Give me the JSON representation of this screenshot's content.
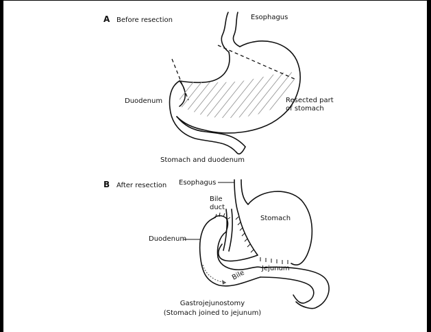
{
  "panel_a": {
    "letter": "A",
    "title": "Before resection",
    "esophagus": "Esophagus",
    "duodenum": "Duodenum",
    "resected": "Resected part of stomach",
    "caption": "Stomach and duodenum"
  },
  "panel_b": {
    "letter": "B",
    "title": "After resection",
    "esophagus": "Esophagus",
    "bile_duct": "Bile duct",
    "stomach": "Stomach",
    "duodenum": "Duodenum",
    "jejunum": "Jejunum",
    "bile": "Bile",
    "caption_line1": "Gastrojejunostomy",
    "caption_line2": "(Stomach joined to jejunum)"
  }
}
